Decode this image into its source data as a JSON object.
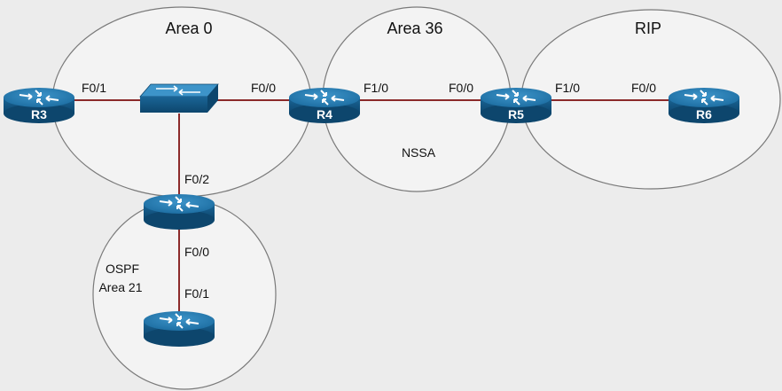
{
  "areas": {
    "area0": "Area 0",
    "area36": "Area 36",
    "rip": "RIP",
    "ospf_line1": "OSPF",
    "ospf_line2": "Area 21"
  },
  "notes": {
    "nssa": "NSSA"
  },
  "routers": {
    "r3": "R3",
    "r4": "R4",
    "r5": "R5",
    "r6": "R6"
  },
  "interfaces": {
    "r3_f01": "F0/1",
    "r4_f00": "F0/0",
    "r4_f10": "F1/0",
    "r5_f00": "F0/0",
    "r5_f10": "F1/0",
    "r6_f00": "F0/0",
    "mid_f02": "F0/2",
    "mid_f00": "F0/0",
    "bottom_f01": "F0/1"
  },
  "colors": {
    "device": "#1e6fa3",
    "device_dark": "#0f4c74",
    "link": "#8b2a2a",
    "area_border": "#7a7a7a",
    "area_fill": "#f5f5f5"
  },
  "icons": {
    "router": "router-icon",
    "switch": "switch-icon"
  }
}
